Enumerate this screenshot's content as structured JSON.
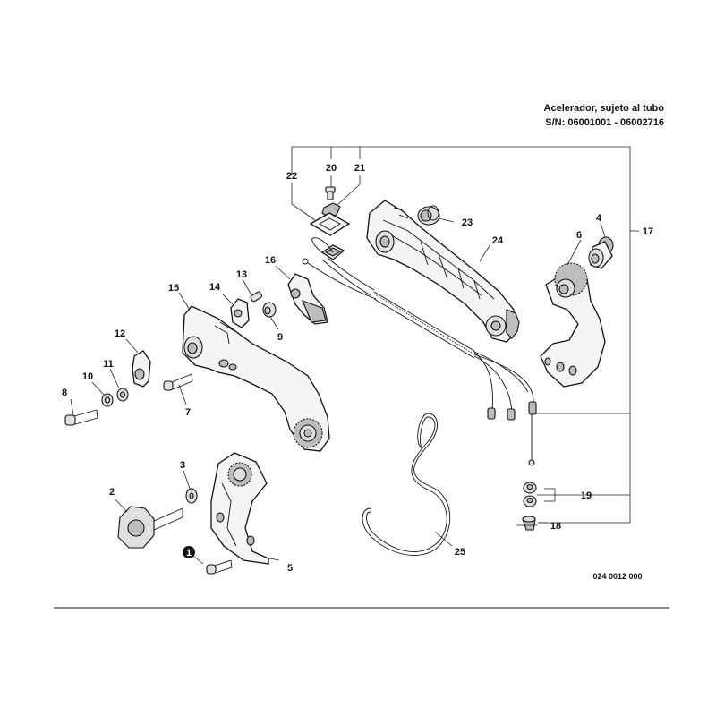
{
  "header": {
    "title": "Acelerador, sujeto al tubo",
    "serial": "S/N: 06001001 - 06002716"
  },
  "figure_code": "024 0012 000",
  "callouts": [
    "1",
    "2",
    "3",
    "4",
    "5",
    "6",
    "7",
    "8",
    "9",
    "10",
    "11",
    "12",
    "13",
    "14",
    "15",
    "16",
    "17",
    "18",
    "19",
    "20",
    "21",
    "22",
    "23",
    "24",
    "25"
  ]
}
